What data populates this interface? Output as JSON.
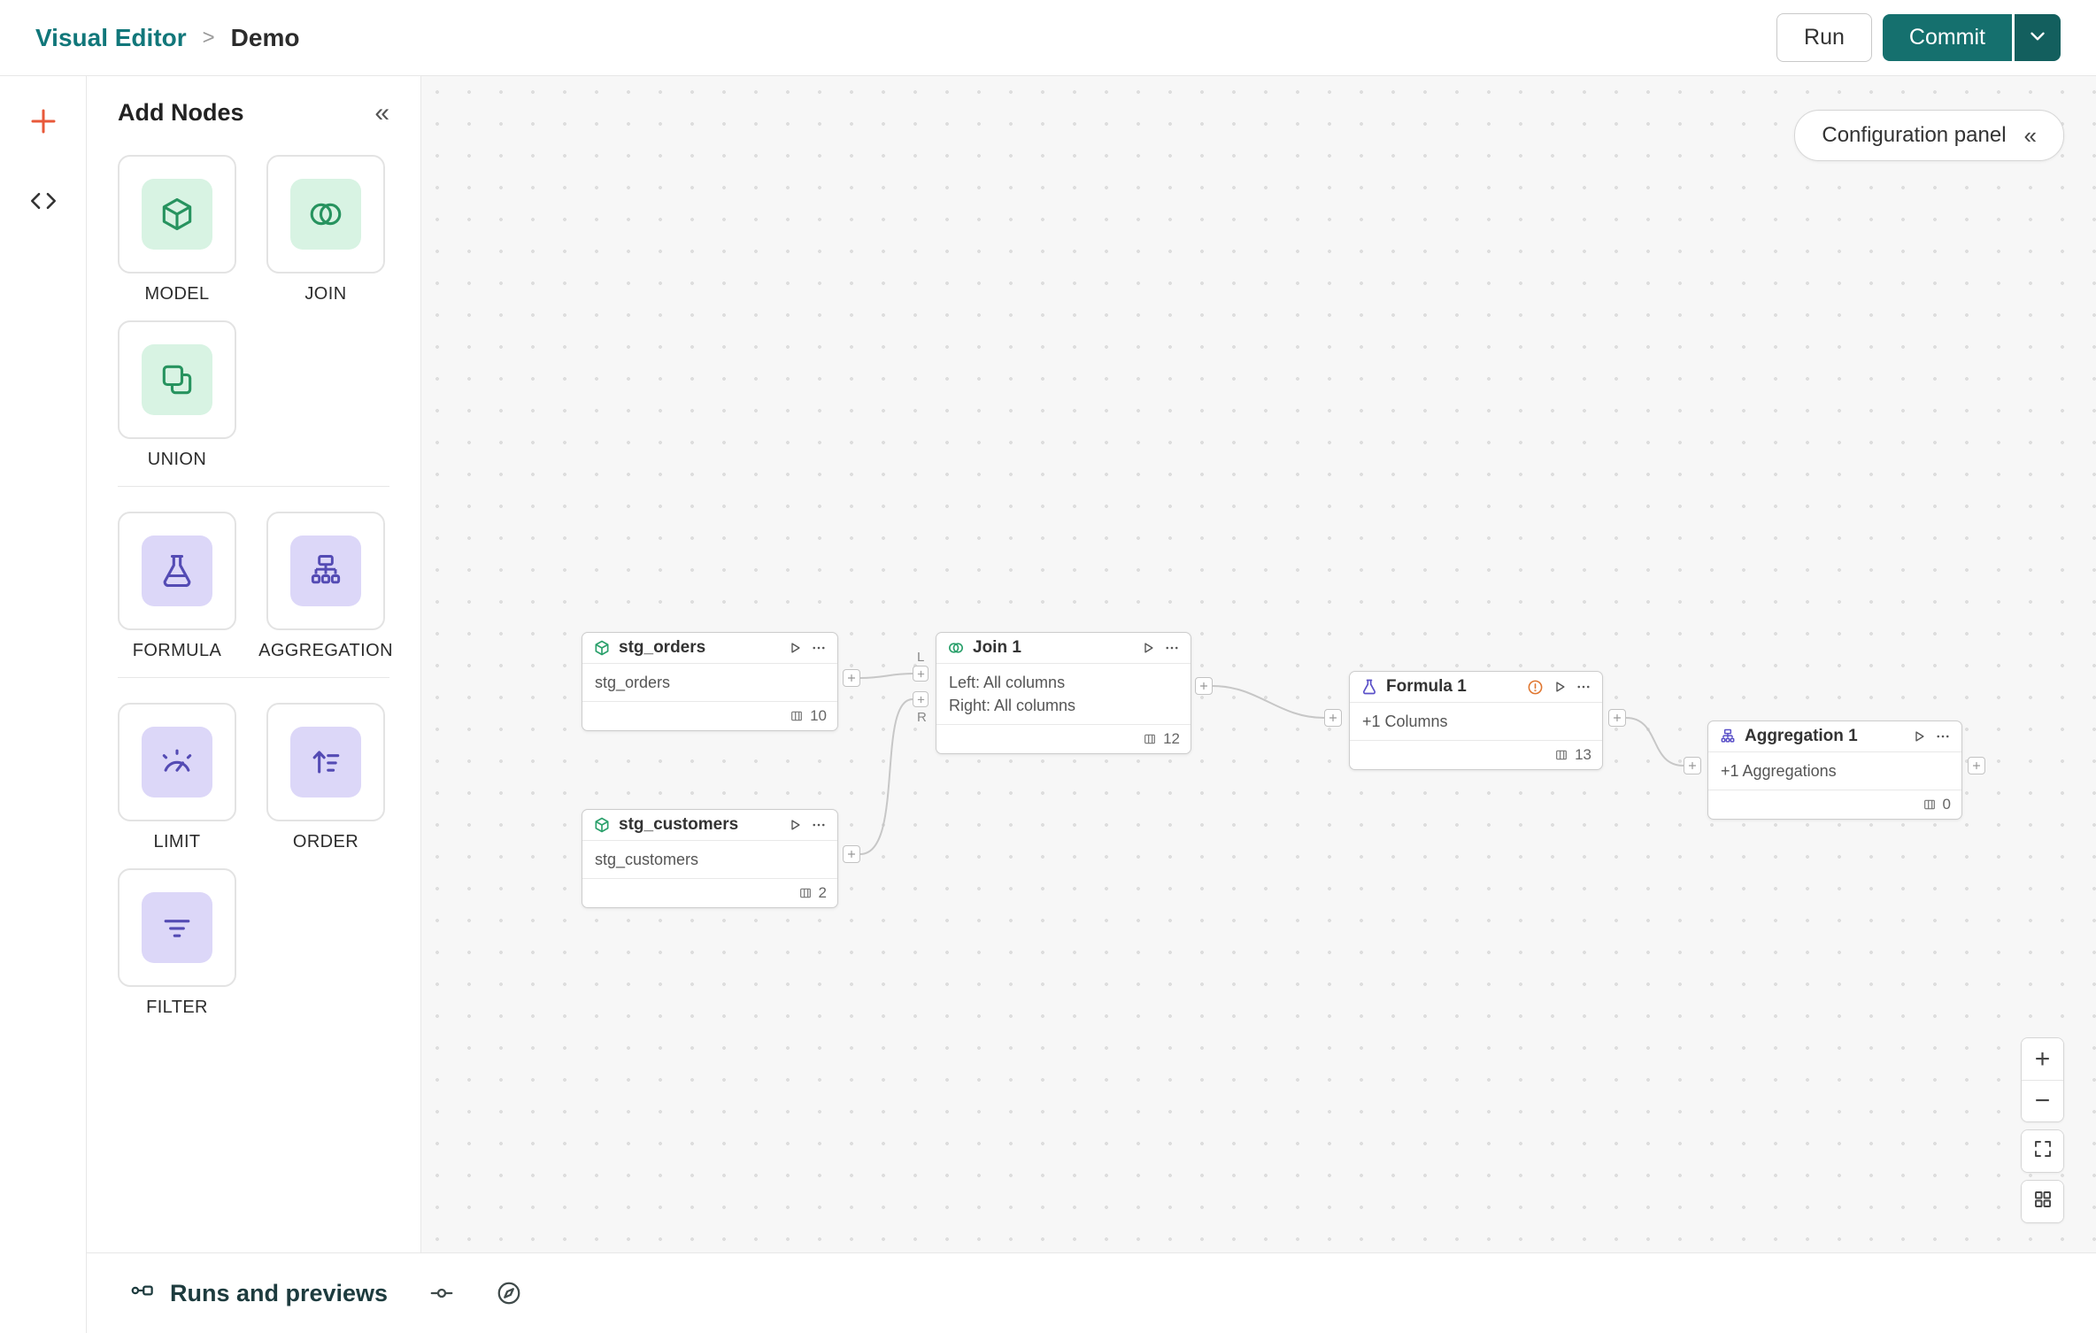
{
  "header": {
    "breadcrumb_root": "Visual Editor",
    "breadcrumb_separator": ">",
    "breadcrumb_current": "Demo",
    "run_button": "Run",
    "commit_button": "Commit"
  },
  "add_nodes_panel": {
    "title": "Add Nodes",
    "collapse_icon": "«",
    "groups": [
      {
        "tiles": [
          {
            "label": "MODEL",
            "icon": "cube-icon",
            "theme": "green"
          },
          {
            "label": "JOIN",
            "icon": "venn-icon",
            "theme": "green"
          },
          {
            "label": "UNION",
            "icon": "union-icon",
            "theme": "green"
          }
        ]
      },
      {
        "tiles": [
          {
            "label": "FORMULA",
            "icon": "flask-icon",
            "theme": "purple"
          },
          {
            "label": "AGGREGATION",
            "icon": "sitemap-icon",
            "theme": "purple"
          }
        ]
      },
      {
        "tiles": [
          {
            "label": "LIMIT",
            "icon": "gauge-icon",
            "theme": "purple"
          },
          {
            "label": "ORDER",
            "icon": "sort-icon",
            "theme": "purple"
          },
          {
            "label": "FILTER",
            "icon": "filter-lines-icon",
            "theme": "purple"
          }
        ]
      }
    ]
  },
  "canvas": {
    "config_panel_button": "Configuration panel",
    "config_panel_collapse_icon": "«",
    "nodes": [
      {
        "title": "stg_orders",
        "body_lines": [
          "stg_orders"
        ],
        "column_count": "10"
      },
      {
        "title": "stg_customers",
        "body_lines": [
          "stg_customers"
        ],
        "column_count": "2"
      },
      {
        "title": "Join 1",
        "body_lines": [
          "Left: All columns",
          "Right: All columns"
        ],
        "column_count": "12",
        "left_port": "L",
        "right_port": "R"
      },
      {
        "title": "Formula 1",
        "body_lines": [
          "+1 Columns"
        ],
        "column_count": "13",
        "has_warning": true
      },
      {
        "title": "Aggregation 1",
        "body_lines": [
          "+1 Aggregations"
        ],
        "column_count": "0"
      }
    ],
    "zoom_controls": {
      "zoom_in": "+",
      "zoom_out": "−"
    }
  },
  "bottom_bar": {
    "runs_label": "Runs and previews"
  },
  "colors": {
    "teal": "#15706e",
    "orange_accent": "#e8593a",
    "green_node": "#2aa06b",
    "purple_node": "#5a50c8",
    "warning": "#e0762f"
  }
}
